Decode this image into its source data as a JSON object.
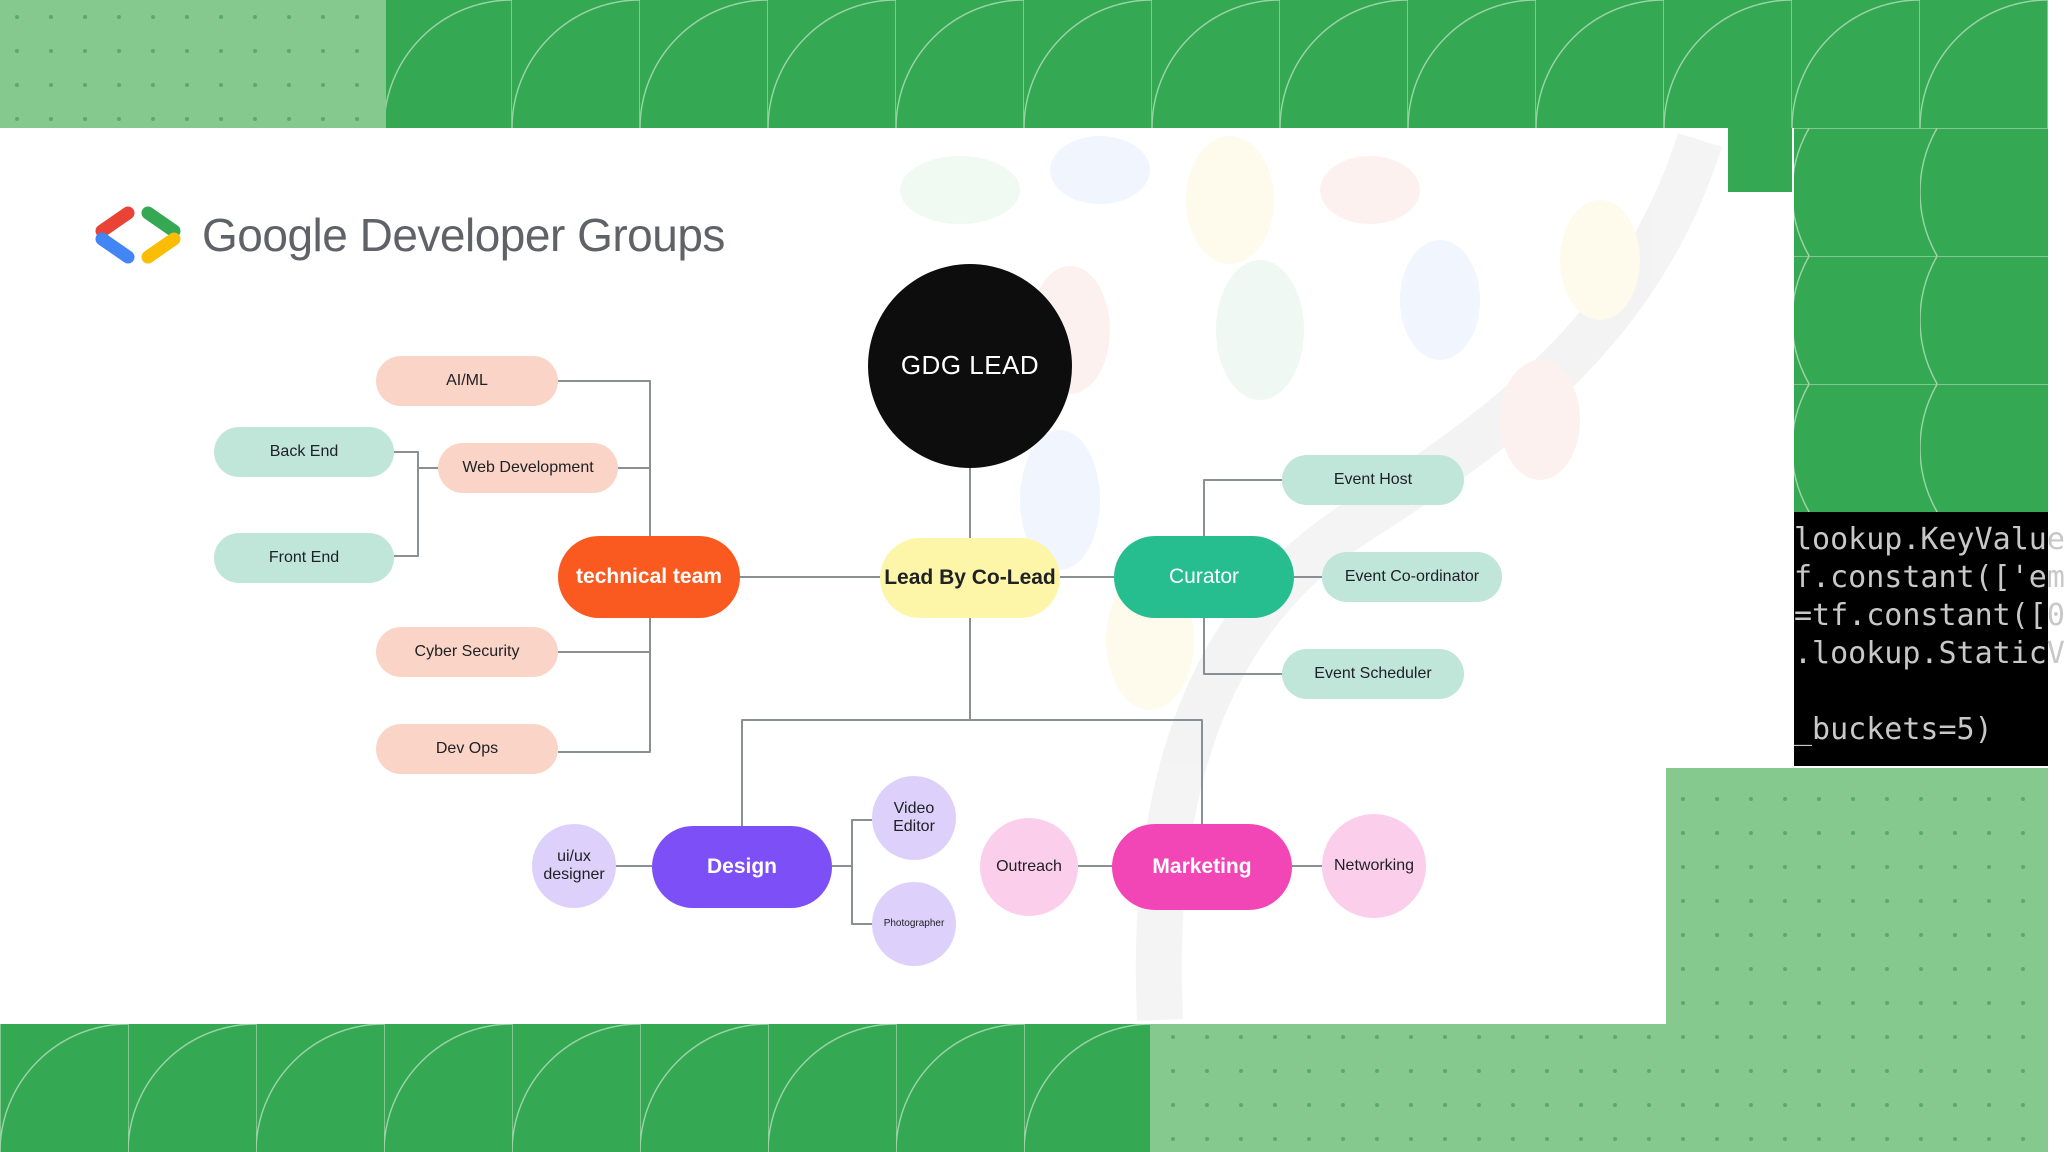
{
  "brand": {
    "name": "Google Developer Groups",
    "logo_icon": "gdg-chevrons-logo",
    "colors": {
      "red": "#ea4335",
      "blue": "#4285f4",
      "green": "#34a853",
      "yellow": "#fbbc04",
      "frame_green": "#34a853",
      "frame_light_green": "#86c98f"
    }
  },
  "diagram": {
    "root": "GDG LEAD",
    "center": "Lead By Co-Lead",
    "technical": {
      "label": "technical team",
      "children": [
        "AI/ML",
        "Web Development",
        "Cyber Security",
        "Dev Ops"
      ],
      "web_children": [
        "Back End",
        "Front End"
      ]
    },
    "curator": {
      "label": "Curator",
      "children": [
        "Event Host",
        "Event Co-ordinator",
        "Event Scheduler"
      ]
    },
    "design": {
      "label": "Design",
      "children": [
        "ui/ux\ndesigner",
        "Video\nEditor",
        "Photographer"
      ]
    },
    "marketing": {
      "label": "Marketing",
      "children": [
        "Outreach",
        "Networking"
      ]
    }
  },
  "code_overlay": {
    "lines": [
      "lookup.KeyValue",
      "f.constant(['em",
      "=tf.constant([0",
      ".lookup.StaticV",
      "",
      "_buckets=5)"
    ]
  }
}
